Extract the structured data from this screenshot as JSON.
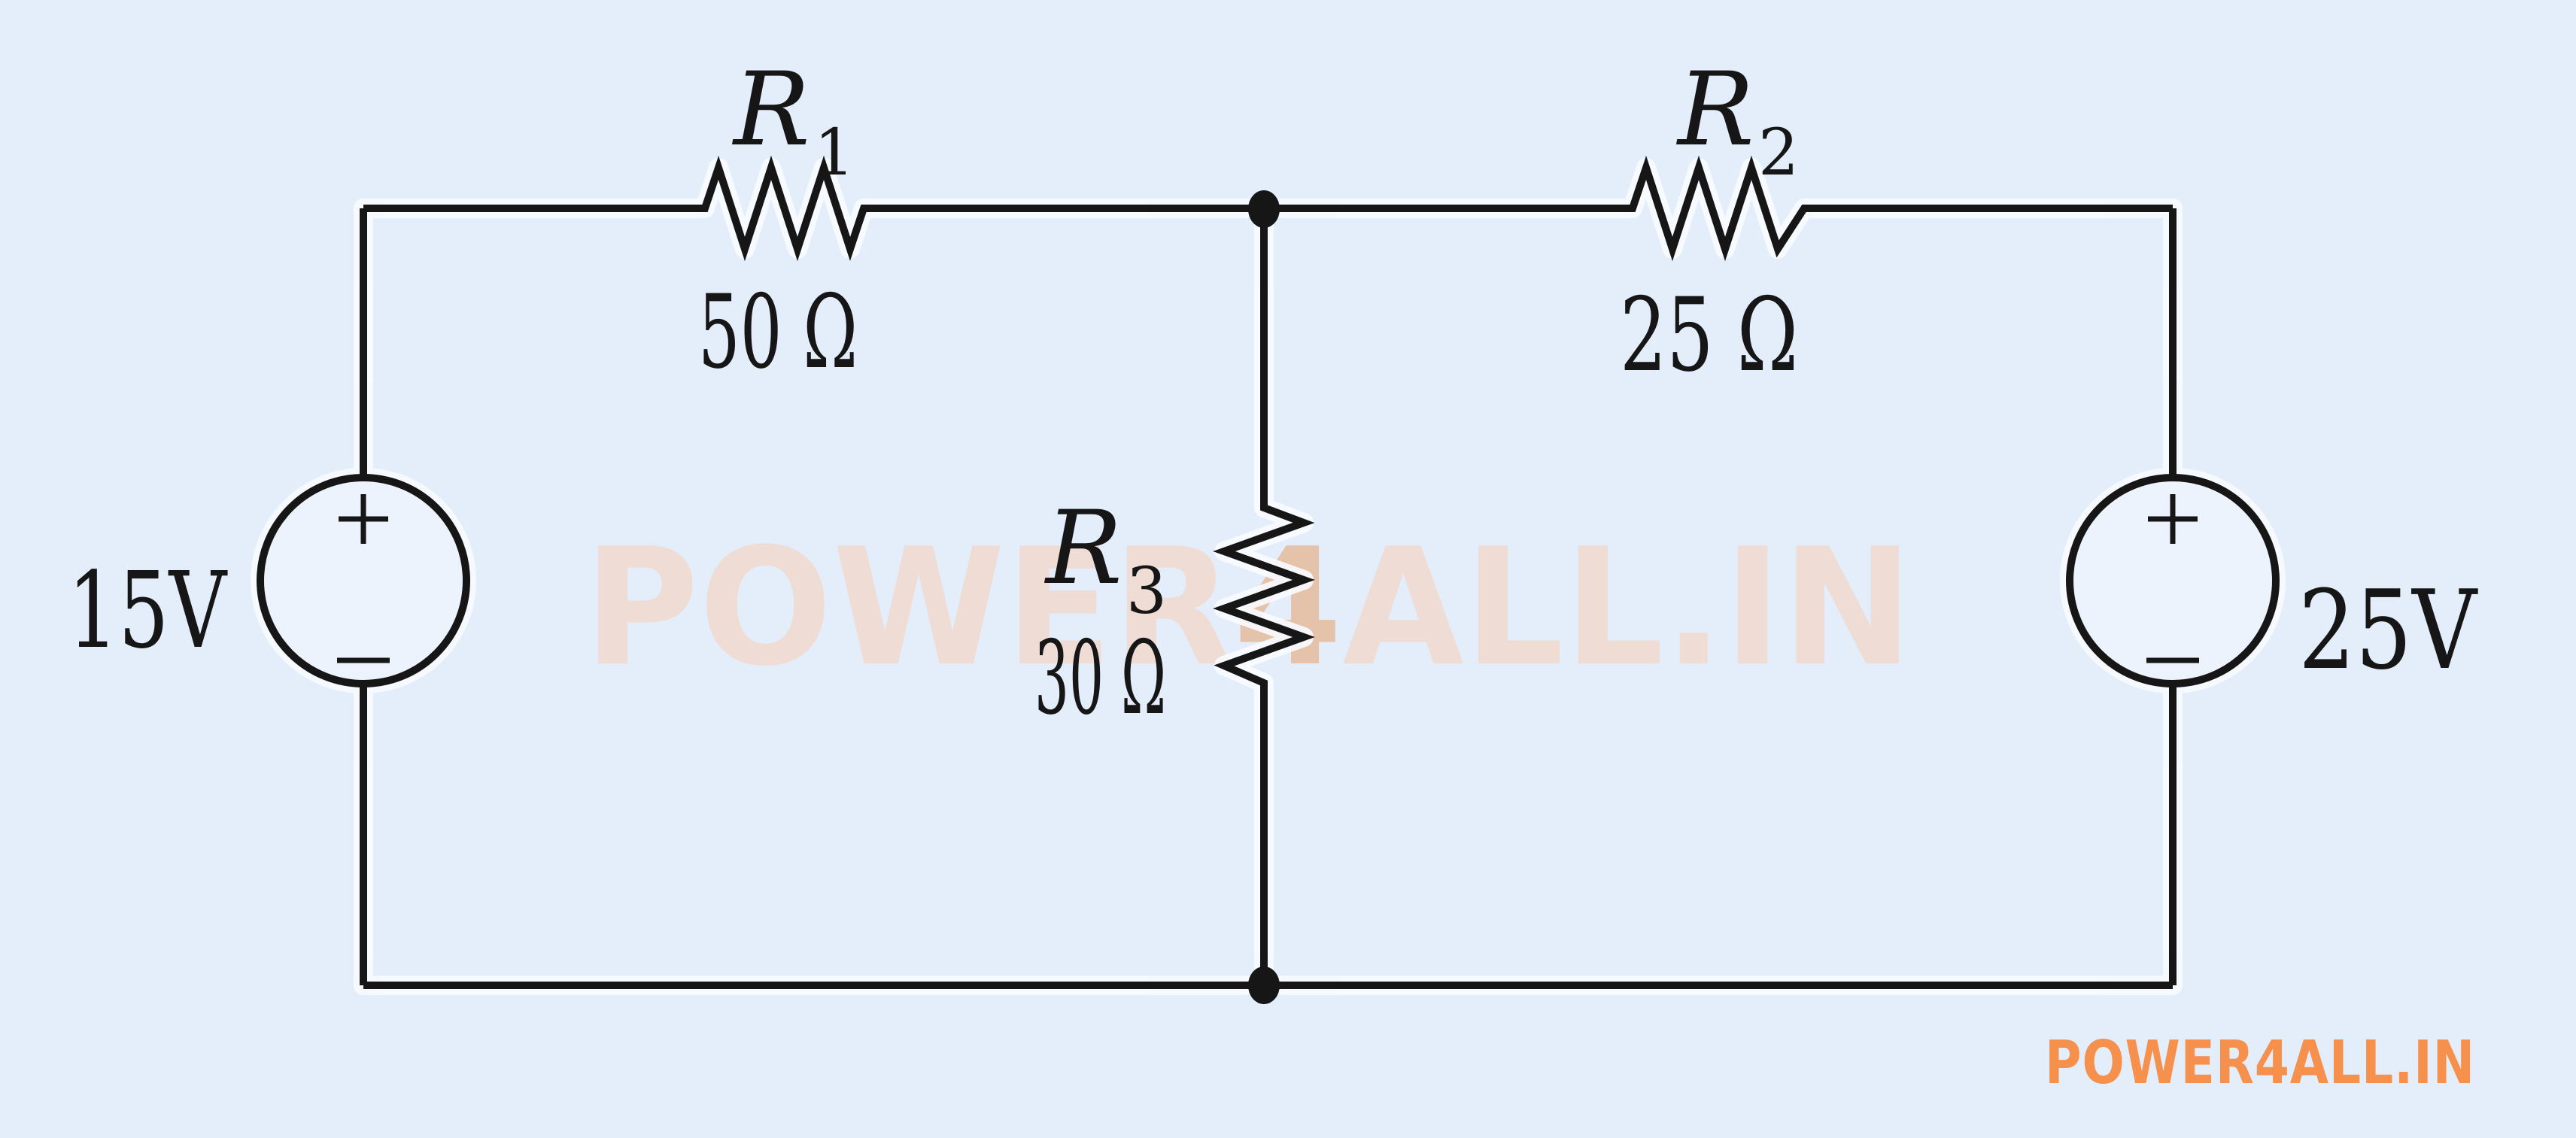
{
  "colors": {
    "background": "#e4edfa",
    "ink": "#161616",
    "halo": "#f8fbff",
    "source_fill": "#edf3fc",
    "watermark_light": "#efdcd4",
    "watermark_accent": "#e5c3ab",
    "watermark_orange": "#f5914d"
  },
  "resistors": [
    {
      "symbol": "R",
      "sub": "1",
      "value": "50 Ω"
    },
    {
      "symbol": "R",
      "sub": "2",
      "value": "25 Ω"
    },
    {
      "symbol": "R",
      "sub": "3",
      "value": "30 Ω"
    }
  ],
  "sources": [
    {
      "label": "15V",
      "plus": "+",
      "minus": "−",
      "icon": "voltage-source-circle"
    },
    {
      "label": "25V",
      "plus": "+",
      "minus": "−",
      "icon": "voltage-source-circle"
    }
  ],
  "watermarks": {
    "center": {
      "part1": "POWER",
      "part2": "4",
      "part3": "ALL.IN"
    },
    "corner": "POWER4ALL.IN"
  }
}
